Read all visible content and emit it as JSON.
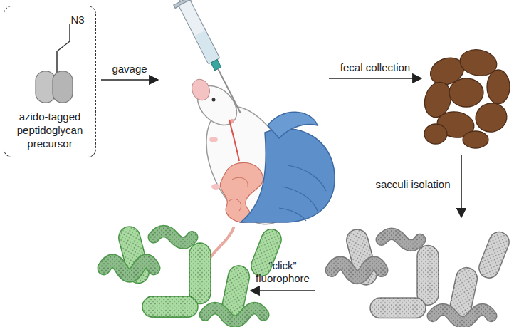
{
  "diagram": {
    "nodes": [
      {
        "text": [
          "N3",
          "azido-tagged peptidoglycan precursor"
        ]
      }
    ],
    "labels": [
      "gavage",
      "fecal collection",
      "sacculi isolation",
      "“click” fluorophore"
    ]
  }
}
